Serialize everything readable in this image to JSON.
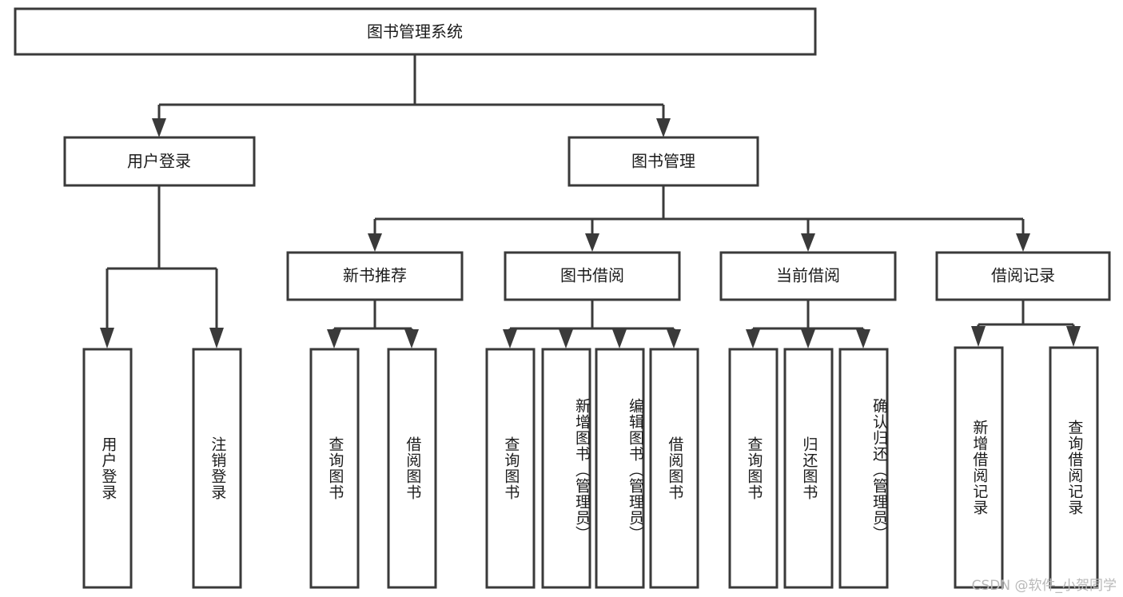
{
  "diagram": {
    "type": "tree",
    "title": "图书管理系统",
    "watermark": "CSDN @软件_小贺同学",
    "colors": {
      "stroke": "#3a3a3a",
      "fill": "#ffffff",
      "text": "#1b1b1b",
      "watermark": "#b9b9b9"
    },
    "root": {
      "label": "图书管理系统"
    },
    "level2": [
      {
        "label": "用户登录"
      },
      {
        "label": "图书管理"
      }
    ],
    "level3": [
      {
        "label": "新书推荐"
      },
      {
        "label": "图书借阅"
      },
      {
        "label": "当前借阅"
      },
      {
        "label": "借阅记录"
      }
    ],
    "leaves": [
      {
        "label": "用户登录",
        "parent": "用户登录"
      },
      {
        "label": "注销登录",
        "parent": "用户登录"
      },
      {
        "label": "查询图书",
        "parent": "新书推荐"
      },
      {
        "label": "借阅图书",
        "parent": "新书推荐"
      },
      {
        "label": "查询图书",
        "parent": "图书借阅"
      },
      {
        "label": "新增图书（管理员）",
        "parent": "图书借阅"
      },
      {
        "label": "编辑图书（管理员）",
        "parent": "图书借阅"
      },
      {
        "label": "借阅图书",
        "parent": "图书借阅"
      },
      {
        "label": "查询图书",
        "parent": "当前借阅"
      },
      {
        "label": "归还图书",
        "parent": "当前借阅"
      },
      {
        "label": "确认归还（管理员）",
        "parent": "当前借阅"
      },
      {
        "label": "新增借阅记录",
        "parent": "借阅记录"
      },
      {
        "label": "查询借阅记录",
        "parent": "借阅记录"
      }
    ]
  }
}
